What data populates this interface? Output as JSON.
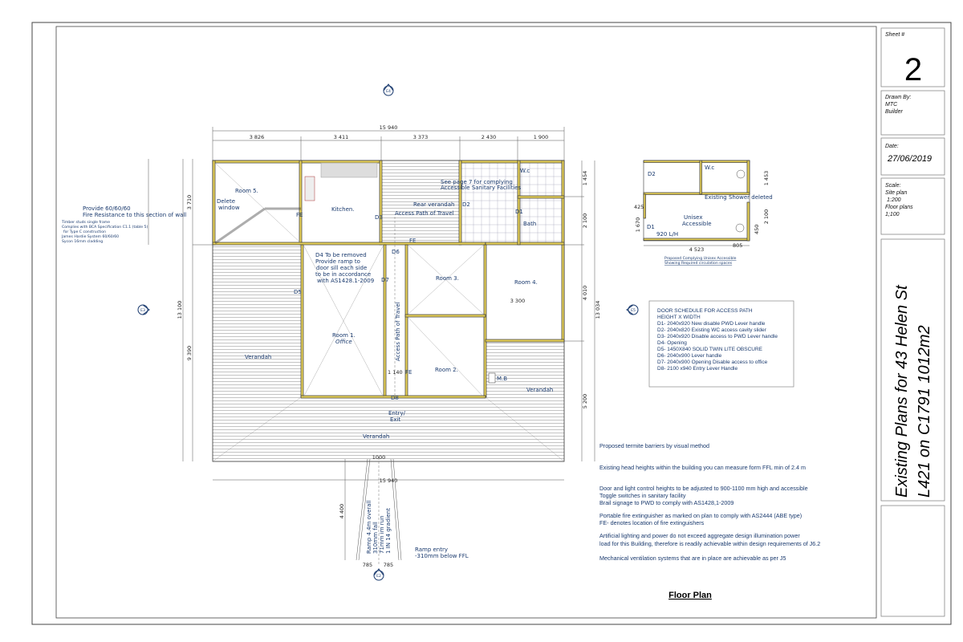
{
  "title_block": {
    "sheet_label": "Sheet #",
    "sheet_number": "2",
    "drawn_by_label": "Drawn By:",
    "drawn_by_lines": [
      "MTC",
      "Builder"
    ],
    "date_label": "Date:",
    "date": "27/06/2019",
    "scale_label": "Scale:",
    "scale_lines": [
      "Site plan",
      "1:200",
      "Floor plans",
      "1;100"
    ],
    "title_lines": [
      "Existing Plans for 43 Helen St",
      "L421 on C1791 1012m2"
    ]
  },
  "drawing_title": "Floor Plan",
  "dimensions": {
    "top_overall": "15 940",
    "top_segments": [
      "3 826",
      "3 411",
      "3 373",
      "2 430",
      "1 900"
    ],
    "left_overall": "13 100",
    "left_segments": [
      "3 710",
      "9 390"
    ],
    "right_overall": "13 034",
    "right_segments": [
      "1 454",
      "2 100",
      "4 010",
      "5 200"
    ],
    "bottom_overall": "15 940",
    "room4_width": "3 300",
    "corridor": "1 140",
    "ramp_length": "4 400",
    "ramp_widths": [
      "785",
      "785"
    ],
    "ramp_top": "1000"
  },
  "rooms": {
    "room5": "Room 5.",
    "delete_window": [
      "Delete",
      "window"
    ],
    "kitchen": "Kitchen.",
    "rear_verandah": "Rear verandah",
    "access_path": "Access Path of Travel",
    "see_page": [
      "See page 7 for complying",
      "Accessible Sanitary Facilities"
    ],
    "wc": "W.c",
    "bath": "Bath",
    "room1": [
      "Room 1.",
      "Office"
    ],
    "room2": "Room 2.",
    "room3": "Room 3.",
    "room4": "Room 4.",
    "verandah": "Verandah",
    "entry": [
      "Entry/",
      "Exit"
    ],
    "mb": "M.B",
    "fe": "FE",
    "doors": [
      "D1",
      "D2",
      "D3",
      "D5",
      "D6",
      "D7",
      "D8"
    ],
    "d4_note": [
      "D4 To be removed",
      "Provide ramp to",
      "door sill each side",
      "to be in accordance",
      "with AS1428.1-2009"
    ]
  },
  "fire_note": {
    "heading": [
      "Provide 60/60/60",
      "Fire Resistance to this section of wall"
    ],
    "details": [
      "Timber studs single frame",
      "Complies with BCA Specification C1.1 (table 5)",
      "for Type C construction",
      "James Hardie System 60/60/60",
      "Sycon 16mm cladding"
    ]
  },
  "ramp": {
    "note": [
      "Ramp 4.4m overall",
      "310mm fall",
      "71mm im run",
      "1 IN 14 gradient"
    ],
    "entry_note": [
      "Ramp entry",
      "-310mm below FFL"
    ]
  },
  "bathroom_detail": {
    "wc": "W.c",
    "d2": "D2",
    "d1": "D1",
    "shower_deleted": "Existing Shower deleted",
    "unisex": [
      "Unisex",
      "Accessible"
    ],
    "door_size": "920 L/H",
    "dims": [
      "1 453",
      "2 100",
      "425",
      "1 670",
      "4 523",
      "805",
      "450"
    ],
    "caption": [
      "Proposed Complying Unisex Accessible",
      "Showing Required circulation spaces"
    ]
  },
  "door_schedule": [
    "DOOR SCHEDULE FOR ACCESS PATH",
    "HEIGHT X WIDTH",
    "D1- 2040x920 New disable PWD  Lever handle",
    "D2- 2040x820 Existing WC access cavity slider",
    "D3- 2040x920 Disable access to PWD Lever handle",
    "D4- Opening",
    "D5- 1450X840 SOLID TWIN LITE OBSCURE",
    "D6- 2040x900 Lever handle",
    "D7- 2040x900 Opening Disable access to office",
    "D8- 2100 x940 Entry Lever Handle"
  ],
  "notes": [
    "Proposed termite barriers by visual method",
    "Existing head heights within the building you can measure form FFL min of 2.4 m",
    "Door and light control heights to be adjusted to 900-1100 mm high and accessible",
    "Toggle switches in sanitary facility",
    "Brail signage to PWD to comply with AS1428,1-2009",
    " Portable fire extinguisher as marked on plan to comply with AS2444 (ABE type)",
    "FE- denotes location of fire extinguishers",
    "Artificial lighting and power do not exceed aggregate design illumination power",
    "load for this Building, therefore is readily achievable within design requirements of J6.2",
    "Mechanical ventilation systems that are in place are achievable  as per J5"
  ],
  "elevation_markers": [
    "E4",
    "E3",
    "E5",
    "E2"
  ],
  "colors": {
    "wall": "#e8d25a",
    "text_blue": "#1a3a6e",
    "outline": "#333333"
  }
}
